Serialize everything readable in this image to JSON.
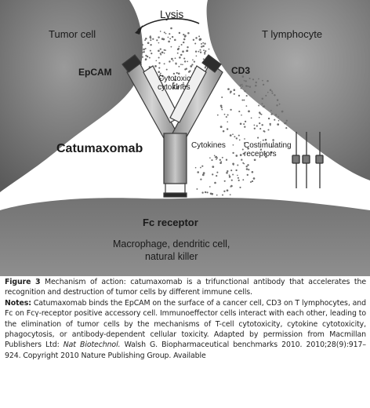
{
  "figure": {
    "labels": {
      "lysis": "Lysis",
      "tumor_cell": "Tumor cell",
      "t_lymphocyte": "T lymphocyte",
      "epcam": "EpCAM",
      "cd3": "CD3",
      "cytotoxic_cytokines_1": "Cytotoxic",
      "cytotoxic_cytokines_2": "cytokines",
      "catumaxomab": "Catumaxomab",
      "cytokines": "Cytokines",
      "costimulating_1": "Costimulating",
      "costimulating_2": "receptors",
      "fc_receptor": "Fc receptor",
      "accessory_cell_1": "Macrophage, dendritic cell,",
      "accessory_cell_2": "natural killer"
    }
  },
  "caption": {
    "fig_word": "Figure",
    "fig_num": "3",
    "title": "Mechanism of action: catumaxomab is a trifunctional antibody that accelerates the recognition and destruction of tumor cells by different immune cells.",
    "notes_label": "Notes:",
    "notes": "Catumaxomab binds the EpCAM on the surface of a cancer cell, CD3 on T lymphocytes, and Fc on Fcγ-receptor positive accessory cell. Immunoeffector cells interact with each other, leading to the elimination of tumor cells by the mechanisms of T-cell cytotoxicity, cytokine cytotoxicity, phagocytosis, or antibody-dependent cellular toxicity. Adapted by permission from Macmillan Publishers Ltd:",
    "journal": "Nat Biotechnol.",
    "reference": "Walsh G. Biopharmaceutical benchmarks 2010. 2010;28(9):917–924. Copyright 2010 Nature Publishing Group. Available"
  }
}
